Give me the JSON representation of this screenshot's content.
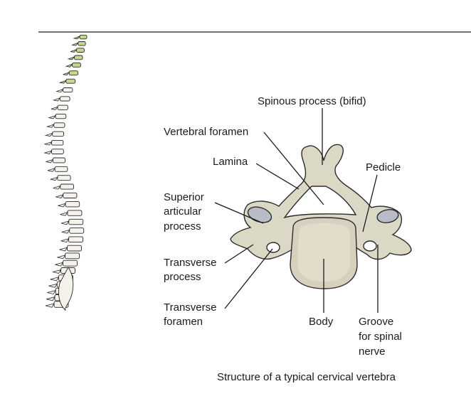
{
  "colors": {
    "bone": "#dcd8c6",
    "bone_shadow": "#c4bfa8",
    "body_face": "#d6d0bc",
    "facet": "#b9bcc6",
    "cervical_highlight": "#c3d88e",
    "outline": "#2b2b2b",
    "text": "#1a1a1a"
  },
  "labels": {
    "spinous_process": "Spinous process (bifid)",
    "vertebral_foramen": "Vertebral foramen",
    "lamina": "Lamina",
    "pedicle": "Pedicle",
    "superior_articular": [
      "Superior",
      "articular",
      "process"
    ],
    "transverse_process": [
      "Transverse",
      "process"
    ],
    "transverse_foramen": [
      "Transverse",
      "foramen"
    ],
    "body": "Body",
    "groove": [
      "Groove",
      "for spinal",
      "nerve"
    ]
  },
  "caption": "Structure of a typical cervical vertebra"
}
